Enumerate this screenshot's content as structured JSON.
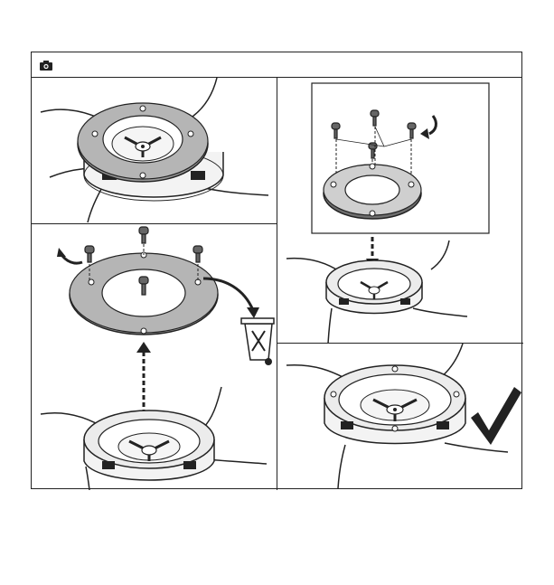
{
  "header": {
    "icon": "camera-icon",
    "text": ""
  },
  "panels": [
    {
      "id": "step-1",
      "depicts": "trimmer-head-with-old-ring"
    },
    {
      "id": "step-2",
      "depicts": "remove-screws-and-discard-ring"
    },
    {
      "id": "step-3",
      "depicts": "fit-new-ring-with-screws"
    },
    {
      "id": "step-4",
      "depicts": "assembled-head-checkmark"
    }
  ],
  "colors": {
    "line": "#222222",
    "ring": "#9a9a9a",
    "ring_dark": "#6e6e6e",
    "ring_light": "#cfcfcf",
    "background": "#ffffff"
  }
}
